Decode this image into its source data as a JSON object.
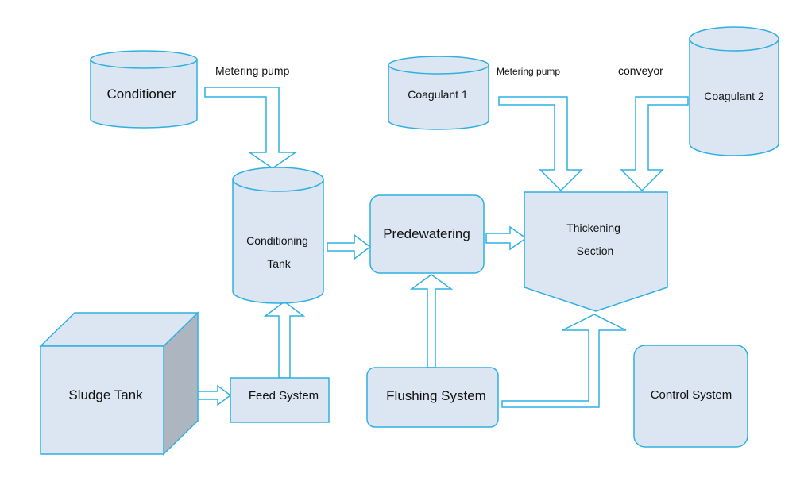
{
  "nodes": {
    "conditioner": "Conditioner",
    "coagulant_1": "Coagulant 1",
    "coagulant_2": "Coagulant 2",
    "conditioning_tank": [
      "Conditioning",
      "Tank"
    ],
    "predewatering": "Predewatering",
    "thickening_section": [
      "Thickening",
      "Section"
    ],
    "sludge_tank": "Sludge Tank",
    "feed_system": "Feed System",
    "flushing_system": "Flushing System",
    "control_system": "Control System"
  },
  "edge_labels": {
    "metering_pump_1": "Metering pump",
    "metering_pump_2": "Metering pump",
    "conveyor": "conveyor"
  },
  "colors": {
    "fill": "#dce6f2",
    "stroke": "#2fb0e0",
    "cube_side": "#adb5c1",
    "arrow_fill": "#ffffff"
  }
}
